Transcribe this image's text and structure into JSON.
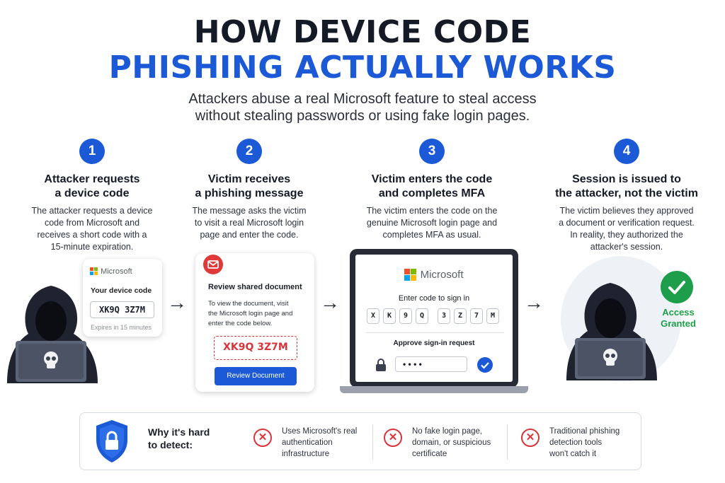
{
  "header": {
    "title_line1": "HOW DEVICE CODE",
    "title_line2": "PHISHING ACTUALLY WORKS",
    "subtitle_line1": "Attackers abuse a real Microsoft feature to steal access",
    "subtitle_line2": "without stealing passwords or using fake login pages."
  },
  "steps": [
    {
      "num": "1",
      "title_line1": "Attacker requests",
      "title_line2": "a device code",
      "desc": [
        "The attacker requests a device",
        "code from Microsoft and",
        "receives a short code with a",
        "15-minute expiration."
      ]
    },
    {
      "num": "2",
      "title_line1": "Victim receives",
      "title_line2": "a phishing message",
      "desc": [
        "The message asks the victim",
        "to visit a real Microsoft login",
        "page and enter the code."
      ]
    },
    {
      "num": "3",
      "title_line1": "Victim enters the code",
      "title_line2": "and completes MFA",
      "desc": [
        "The victim enters the code on the",
        "genuine Microsoft login page and",
        "completes MFA as usual."
      ]
    },
    {
      "num": "4",
      "title_line1": "Session is issued to",
      "title_line2": "the attacker, not the victim",
      "desc": [
        "The victim believes they approved",
        "a document or verification request.",
        "In reality, they authorized the",
        "attacker's session."
      ]
    }
  ],
  "device_card": {
    "brand": "Microsoft",
    "label": "Your device code",
    "code": "XK9Q 3Z7M",
    "expires": "Expires in 15 minutes"
  },
  "email_card": {
    "title": "Review shared document",
    "body_line1": "To view the document, visit",
    "body_line2": "the Microsoft login page and",
    "body_line3": "enter the code below.",
    "code": "XK9Q 3Z7M",
    "button": "Review Document"
  },
  "laptop_screen": {
    "brand": "Microsoft",
    "prompt": "Enter code to sign in",
    "chars": [
      "X",
      "K",
      "9",
      "Q",
      "3",
      "Z",
      "7",
      "M"
    ],
    "approve_label": "Approve sign-in request",
    "pin_mask": "• • • •"
  },
  "access": {
    "line1": "Access",
    "line2": "Granted"
  },
  "bottom": {
    "heading_line1": "Why it's hard",
    "heading_line2": "to detect:",
    "reasons": [
      [
        "Uses Microsoft's real",
        "authentication",
        "infrastructure"
      ],
      [
        "No fake login page,",
        "domain, or suspicious",
        "certificate"
      ],
      [
        "Traditional phishing",
        "detection tools",
        "won't catch it"
      ]
    ]
  },
  "colors": {
    "accent_blue": "#1b59d6",
    "dark": "#141a26",
    "danger_red": "#d9343a",
    "success_green": "#1e9e4a",
    "ms_red": "#f25022",
    "ms_green": "#7fba00",
    "ms_blue": "#00a4ef",
    "ms_yellow": "#ffb900"
  },
  "icons": [
    "skull-icon",
    "mail-icon",
    "lock-icon",
    "check-icon",
    "shield-lock-icon",
    "x-circle-icon",
    "arrow-right-icon"
  ]
}
